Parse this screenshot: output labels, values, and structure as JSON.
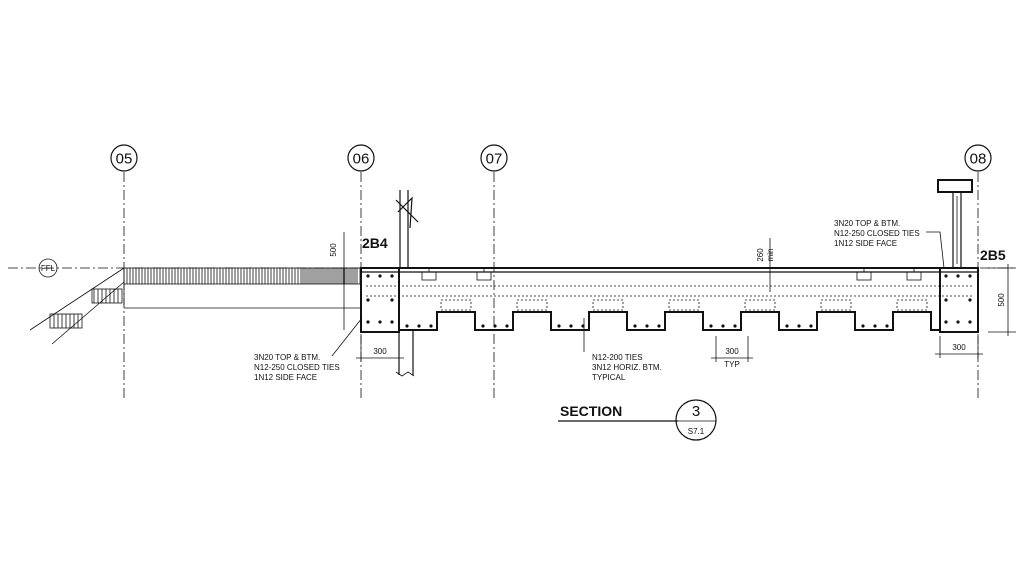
{
  "gridlines": [
    {
      "id": "g05",
      "label": "05"
    },
    {
      "id": "g06",
      "label": "06"
    },
    {
      "id": "g07",
      "label": "07"
    },
    {
      "id": "g08",
      "label": "08"
    }
  ],
  "beam_tags": {
    "left": "2B4",
    "right": "2B5"
  },
  "level_marker": "FFL",
  "dimensions": {
    "d500_top": "500",
    "d260_value": "260",
    "d260_suffix": "min",
    "d500_right": "500",
    "d300_left": "300",
    "d300_mid": "300",
    "d300_mid_note": "TYP",
    "d300_right": "300"
  },
  "notes": {
    "left": [
      "3N20 TOP & BTM.",
      "N12-250 CLOSED TIES",
      "1N12 SIDE FACE"
    ],
    "right": [
      "3N20 TOP & BTM.",
      "N12-250 CLOSED TIES",
      "1N12 SIDE FACE"
    ],
    "middle": [
      "N12-200 TIES",
      "3N12 HORIZ. BTM.",
      "TYPICAL"
    ]
  },
  "section": {
    "title": "SECTION",
    "number": "3",
    "sheet": "S7.1"
  }
}
